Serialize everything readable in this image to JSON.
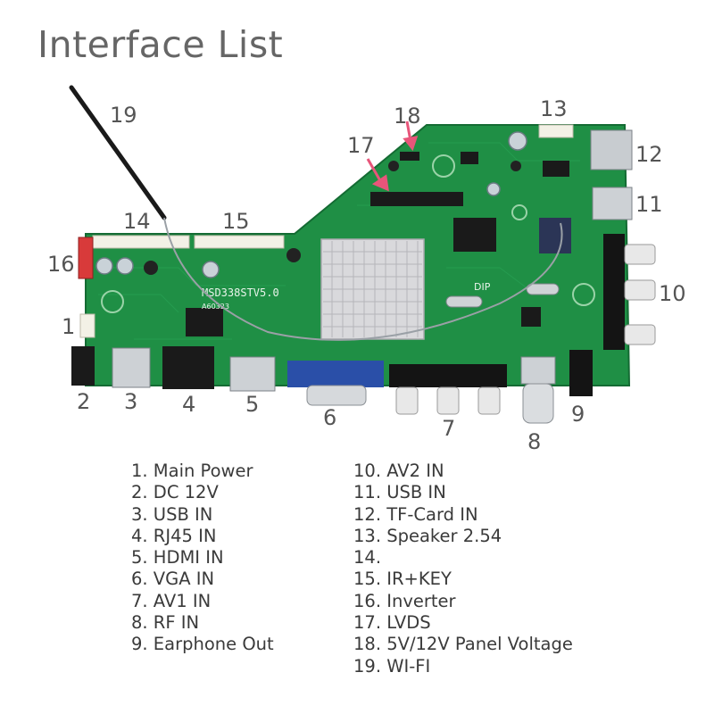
{
  "title": "Interface List",
  "board": {
    "model_label": "MSD338STV5.0",
    "sub_label": "A60323",
    "dip_label": "DIP"
  },
  "callouts": [
    "1",
    "2",
    "3",
    "4",
    "5",
    "6",
    "7",
    "8",
    "9",
    "10",
    "11",
    "12",
    "13",
    "14",
    "15",
    "16",
    "17",
    "18",
    "19"
  ],
  "legend_left": [
    "1. Main Power",
    "2. DC 12V",
    "3. USB IN",
    "4. RJ45 IN",
    "5. HDMI IN",
    "6. VGA IN",
    "7. AV1 IN",
    "8. RF IN",
    "9. Earphone Out"
  ],
  "legend_right": [
    "10. AV2 IN",
    "11. USB IN",
    "12. TF-Card IN",
    "13. Speaker 2.54",
    "14.",
    "15. IR+KEY",
    "16. Inverter",
    "17. LVDS",
    "18. 5V/12V Panel Voltage",
    "19. WI-FI"
  ],
  "colors": {
    "pcb": "#1f8f45",
    "pcb_dark": "#147033",
    "heatsink": "#d9d9dc",
    "arrow": "#e8557a",
    "vga_blue": "#2a4fa8",
    "connector_red": "#d83a3a"
  }
}
